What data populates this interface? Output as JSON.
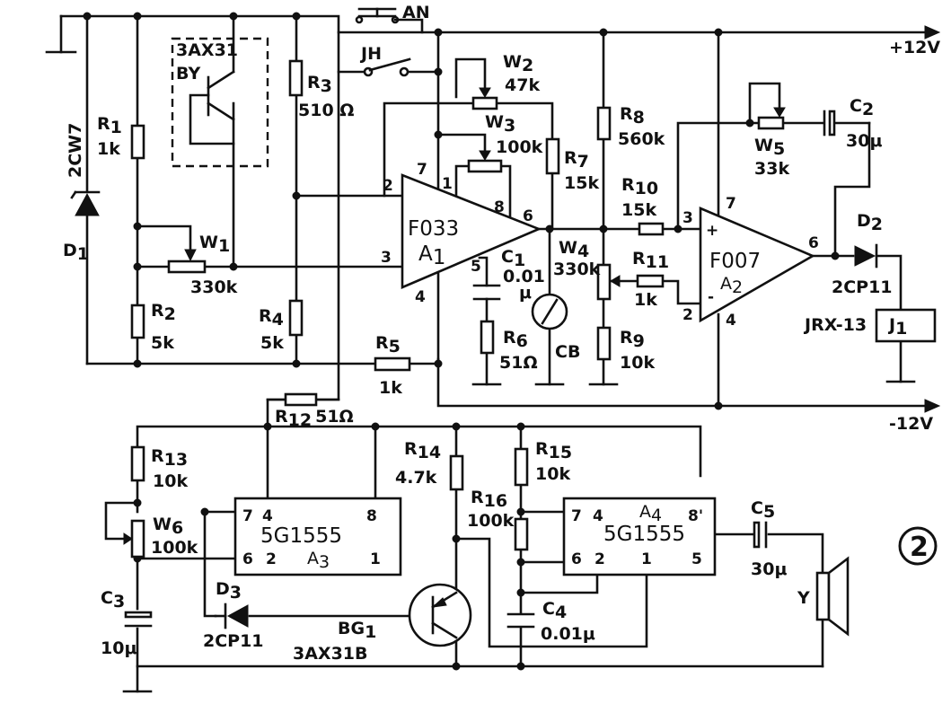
{
  "labels": {
    "supply_pos": "+12V",
    "supply_neg": "-12V",
    "switch_an": "AN",
    "switch_jh": "JH",
    "d1_name": "D",
    "d1_sub": "1",
    "d1_type": "2CW7",
    "r1_name": "R",
    "r1_sub": "1",
    "r1_val": "1k",
    "r2_name": "R",
    "r2_sub": "2",
    "r2_val": "5k",
    "bjt_top_type": "3AX31",
    "bjt_top_name": "BY",
    "w1_name": "W",
    "w1_sub": "1",
    "w1_val": "330k",
    "r3_name": "R",
    "r3_sub": "3",
    "r3_val": "510 Ω",
    "r4_name": "R",
    "r4_sub": "4",
    "r4_val": "5k",
    "r5_name": "R",
    "r5_sub": "5",
    "r5_val": "1k",
    "w2_name": "W",
    "w2_sub": "2",
    "w2_val": "47k",
    "w3_name": "W",
    "w3_sub": "3",
    "w3_val": "100k",
    "a1_type": "F033",
    "a1_name": "A",
    "a1_sub": "1",
    "c1_name": "C",
    "c1_sub": "1",
    "c1_val1": "0.01",
    "c1_val2": "μ",
    "r6_name": "R",
    "r6_sub": "6",
    "r6_val": "51Ω",
    "r7_name": "R",
    "r7_sub": "7",
    "r7_val": "15k",
    "meter_name": "CB",
    "w4_name": "W",
    "w4_sub": "4",
    "w4_val": "330k",
    "r8_name": "R",
    "r8_sub": "8",
    "r8_val": "560k",
    "r9_name": "R",
    "r9_sub": "9",
    "r9_val": "10k",
    "r10_name": "R",
    "r10_sub": "10",
    "r10_val": "15k",
    "r11_name": "R",
    "r11_sub": "11",
    "r11_val": "1k",
    "a2_type": "F007",
    "a2_name": "A",
    "a2_sub": "2",
    "w5_name": "W",
    "w5_sub": "5",
    "w5_val": "33k",
    "c2_name": "C",
    "c2_sub": "2",
    "c2_val": "30μ",
    "d2_name": "D",
    "d2_sub": "2",
    "d2_type": "2CP11",
    "relay_type": "JRX-13",
    "relay_name": "J",
    "relay_sub": "1",
    "r12_name": "R",
    "r12_sub": "12",
    "r12_val": "51Ω",
    "r13_name": "R",
    "r13_sub": "13",
    "r13_val": "10k",
    "w6_name": "W",
    "w6_sub": "6",
    "w6_val": "100k",
    "c3_name": "C",
    "c3_sub": "3",
    "c3_val": "10μ",
    "a3_type": "5G1555",
    "a3_name": "A",
    "a3_sub": "3",
    "d3_name": "D",
    "d3_sub": "3",
    "d3_type": "2CP11",
    "bg1_name": "BG",
    "bg1_sub": "1",
    "bg1_type": "3AX31B",
    "r14_name": "R",
    "r14_sub": "14",
    "r14_val": "4.7k",
    "r15_name": "R",
    "r15_sub": "15",
    "r15_val": "10k",
    "r16_name": "R",
    "r16_sub": "16",
    "r16_val": "100k",
    "c4_name": "C",
    "c4_sub": "4",
    "c4_val": "0.01μ",
    "a4_name": "A",
    "a4_sub": "4",
    "a4_type": "5G1555",
    "c5_name": "C",
    "c5_sub": "5",
    "c5_val": "30μ",
    "speaker_name": "Y",
    "figure_number": "2"
  },
  "pins": {
    "a1_inv": "2",
    "a1_noninv": "3",
    "a1_v4": "4",
    "a1_v7": "7",
    "a1_p1": "1",
    "a1_p8": "8",
    "a1_out": "6",
    "a1_p5": "5",
    "a2_plus_pin": "3",
    "a2_minus_pin": "2",
    "a2_plus_sign": "+",
    "a2_minus_sign": "-",
    "a2_v7": "7",
    "a2_v4": "4",
    "a2_out": "6",
    "a3_p7": "7",
    "a3_p4": "4",
    "a3_p8": "8",
    "a3_p6": "6",
    "a3_p2": "2",
    "a3_p1": "1",
    "a4_p7": "7",
    "a4_p4": "4",
    "a4_p8": "8'",
    "a4_p6": "6",
    "a4_p2": "2",
    "a4_p1": "1",
    "a4_p5": "5"
  }
}
